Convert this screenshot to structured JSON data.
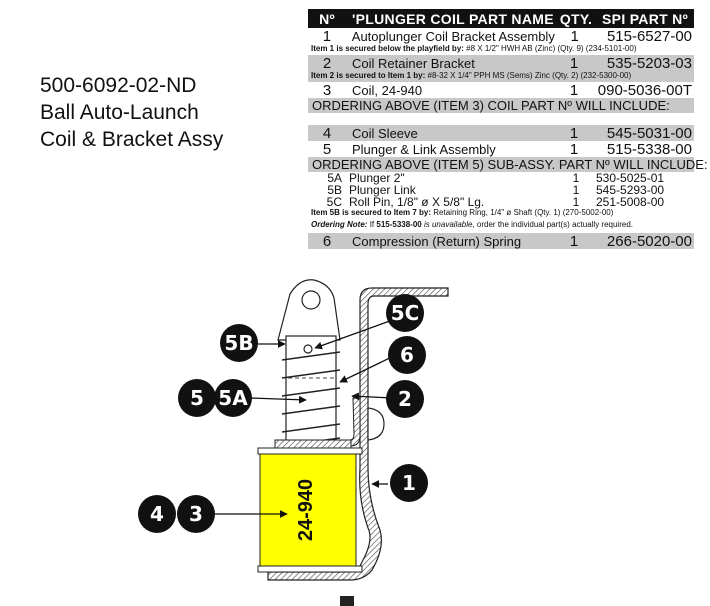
{
  "title": {
    "part_number": "500-6092-02-ND",
    "line2": "Ball Auto-Launch",
    "line3": "Coil & Bracket Assy"
  },
  "table": {
    "headers": {
      "no": "Nº",
      "name": "'PLUNGER COIL PART NAME",
      "qty": "QTY.",
      "part": "SPI PART Nº"
    },
    "rows": [
      {
        "no": "1",
        "name": "Autoplunger Coil Bracket Assembly",
        "qty": "1",
        "part": "515-6527-00"
      },
      {
        "no": "2",
        "name": "Coil Retainer Bracket",
        "qty": "1",
        "part": "535-5203-03"
      },
      {
        "no": "3",
        "name": "Coil, 24-940",
        "qty": "1",
        "part": "090-5036-00T"
      },
      {
        "no": "4",
        "name": "Coil Sleeve",
        "qty": "1",
        "part": "545-5031-00"
      },
      {
        "no": "5",
        "name": "Plunger & Link Assembly",
        "qty": "1",
        "part": "515-5338-00"
      },
      {
        "no": "6",
        "name": "Compression (Return) Spring",
        "qty": "1",
        "part": "266-5020-00"
      }
    ],
    "notes": {
      "item1_label": "Item 1 is secured below the playfield by:",
      "item1_text": "#8 X 1/2\" HWH AB (Zinc) (Qty. 9) (234-5101-00)",
      "item2_label": "Item 2 is secured to Item 1 by:",
      "item2_text": "#8-32 X 1/4\" PPH MS (Sems) Zinc (Qty. 2) (232-5300-00)",
      "ordering3": "ORDERING ABOVE (ITEM 3) COIL PART Nº WILL INCLUDE:",
      "ordering5": "ORDERING ABOVE (ITEM 5) SUB-ASSY. PART Nº WILL INCLUDE:",
      "item5b_label": "Item 5B is secured to Item 7 by:",
      "item5b_text": "Retaining Ring, 1/4\" ø Shaft (Qty. 1) (270-5002-00)",
      "ordering_note_label": "Ordering Note:",
      "ordering_note_pre": "If",
      "ordering_note_part": "515-5338-00",
      "ordering_note_mid": "is unavailable",
      "ordering_note_post": ", order the individual part(s) actually required."
    },
    "subitems": [
      {
        "no": "5A",
        "name": "Plunger 2\"",
        "qty": "1",
        "part": "530-5025-01"
      },
      {
        "no": "5B",
        "name": "Plunger Link",
        "qty": "1",
        "part": "545-5293-00"
      },
      {
        "no": "5C",
        "name": "Roll Pin, 1/8\" ø X 5/8\" Lg.",
        "qty": "1",
        "part": "251-5008-00"
      }
    ]
  },
  "diagram": {
    "coil_label": "24-940",
    "coil_color": "#ffff00",
    "callouts": [
      "5B",
      "5C",
      "6",
      "5",
      "5A",
      "2",
      "1",
      "4",
      "3"
    ]
  }
}
